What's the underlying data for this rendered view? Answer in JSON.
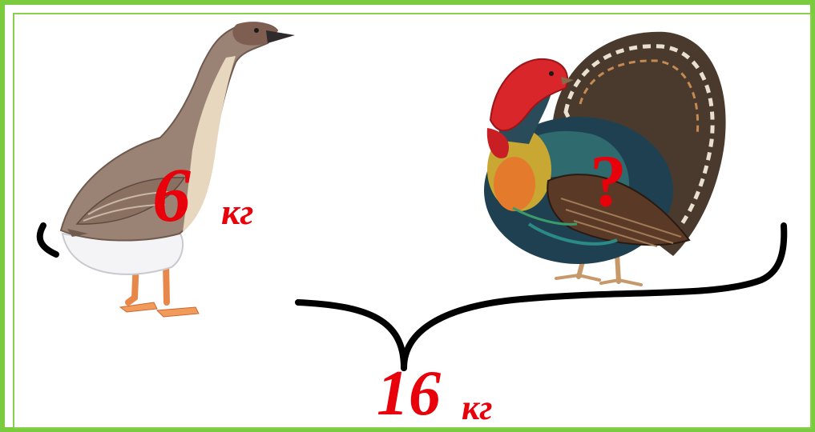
{
  "labels": {
    "goose_weight_value": "6",
    "goose_weight_unit": "кг",
    "turkey_weight": "?",
    "total_weight_value": "16",
    "total_weight_unit": "кг"
  },
  "illustrations": {
    "left_bird": "goose",
    "right_bird": "turkey"
  },
  "colors": {
    "frame": "#7acb3e",
    "label_text": "#e8000b",
    "brace": "#000000",
    "background": "#ffffff"
  }
}
